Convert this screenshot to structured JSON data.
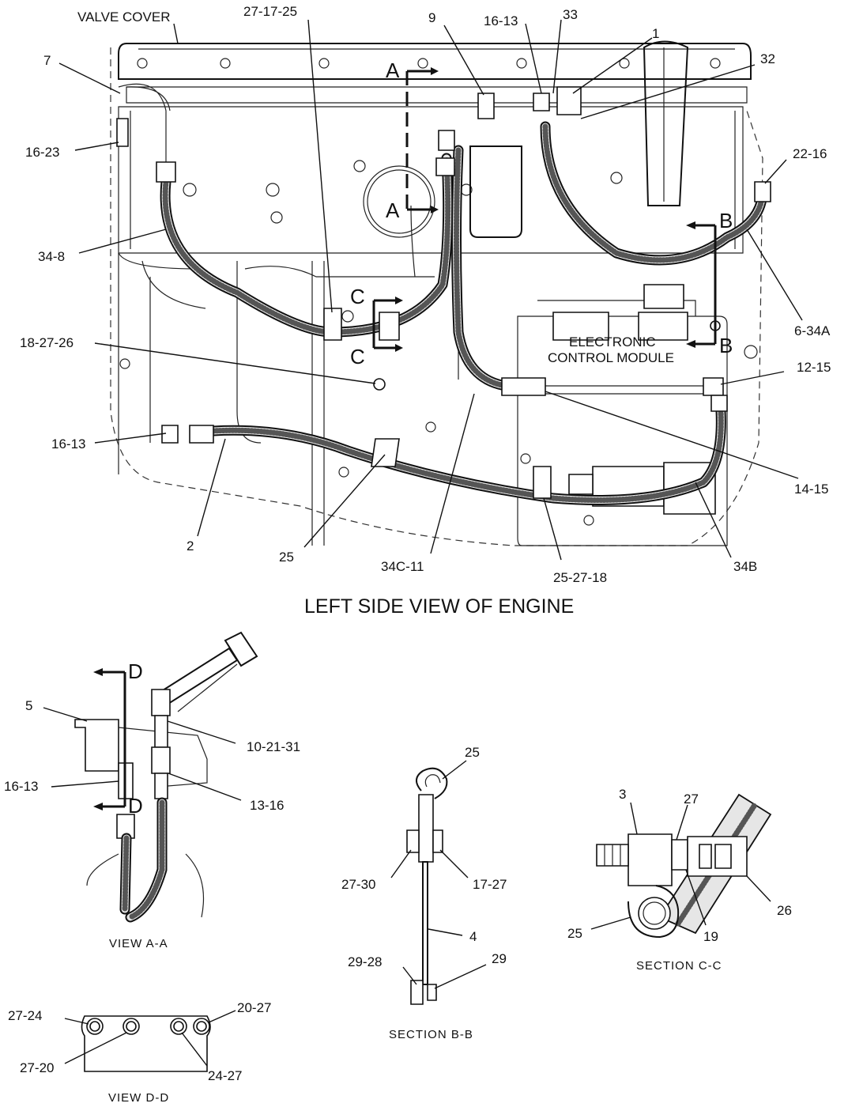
{
  "main_view": {
    "title": "LEFT SIDE VIEW OF ENGINE",
    "labels": {
      "valve_cover": "VALVE COVER",
      "ecm_line1": "ELECTRONIC",
      "ecm_line2": "CONTROL MODULE",
      "c_27_17_25": "27-17-25",
      "c_9": "9",
      "c_16_13_top": "16-13",
      "c_33": "33",
      "c_1": "1",
      "c_32": "32",
      "c_7": "7",
      "c_16_23": "16-23",
      "c_22_16": "22-16",
      "c_34_8": "34-8",
      "c_6_34A": "6-34A",
      "c_18_27_26": "18-27-26",
      "c_12_15": "12-15",
      "c_16_13_left": "16-13",
      "c_14_15": "14-15",
      "c_2": "2",
      "c_25": "25",
      "c_34C_11": "34C-11",
      "c_25_27_18": "25-27-18",
      "c_34B": "34B"
    },
    "section_marks": {
      "a_top": "A",
      "a_bottom": "A",
      "b_top": "B",
      "b_bottom": "B",
      "c_top": "C",
      "c_bottom": "C"
    }
  },
  "view_a_a": {
    "caption": "VIEW  A-A",
    "labels": {
      "c_5": "5",
      "c_10_21_31": "10-21-31",
      "c_16_13": "16-13",
      "c_13_16": "13-16"
    },
    "marks": {
      "d_top": "D",
      "d_bottom": "D"
    }
  },
  "section_b_b": {
    "caption": "SECTION  B-B",
    "labels": {
      "c_25": "25",
      "c_27_30": "27-30",
      "c_17_27": "17-27",
      "c_4": "4",
      "c_29_28": "29-28",
      "c_29": "29"
    }
  },
  "section_c_c": {
    "caption": "SECTION  C-C",
    "labels": {
      "c_3": "3",
      "c_27": "27",
      "c_26": "26",
      "c_25": "25",
      "c_19": "19"
    }
  },
  "view_d_d": {
    "caption": "VIEW  D-D",
    "labels": {
      "c_27_24": "27-24",
      "c_20_27": "20-27",
      "c_27_20": "27-20",
      "c_24_27": "24-27"
    }
  }
}
